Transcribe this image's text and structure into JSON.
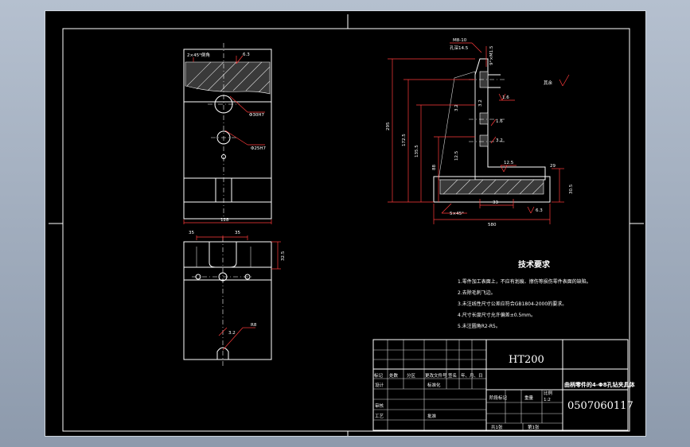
{
  "drawing": {
    "front_view": {
      "chamfer_note": "2×45°倒角",
      "top_dim": "6.3",
      "hole1_label": "Φ30H7",
      "hole2_label": "Φ25H7",
      "width_dim": "128"
    },
    "top_view": {
      "dim_left": "35",
      "dim_right": "35",
      "side_dim": "32.5",
      "roughness": "3.2",
      "radius_note": "R8"
    },
    "side_view": {
      "thread_note": "M8-10",
      "thread_depth": "孔深14.5",
      "angle_note": "9°×M1.5",
      "dim_295": "295",
      "dim_172": "172.5",
      "dim_135": "135.5",
      "dim_88": "88",
      "dim_29": "29",
      "dim_30": "30.5",
      "dim_33": "33",
      "dim_580": "580",
      "chamfer_bottom": "5×45°",
      "rough_a": "1.6",
      "rough_b": "1.6",
      "rough_c": "3.2",
      "rough_d": "12.5",
      "rough_e": "6.3",
      "rough_f": "3.2",
      "rough_g": "12.5",
      "side_roughness": "3.2"
    },
    "other_mark": "其余"
  },
  "requirements": {
    "title": "技术要求",
    "items": [
      "1.零件加工表面上，不应有划痕、擦伤等损伤零件表面的缺陷。",
      "2.去除毛刺飞边。",
      "3.未注线性尺寸公差应符合GB1804-2000的要求。",
      "4.尺寸长度尺寸允许偏差±0.5mm。",
      "5.未注圆角R2-R5。"
    ]
  },
  "title_block": {
    "material": "HT200",
    "part_name": "曲柄零件的4-Φ8孔钻夹具体",
    "drawing_no": "0507060117",
    "scale": "1:2",
    "row_labels": [
      "标记",
      "处数",
      "分区",
      "更改文件号",
      "签名",
      "年、月、日"
    ],
    "designer": "设计",
    "standardize": "标准化",
    "stage": "阶段标记",
    "weight": "重量",
    "ratio": "比例",
    "review": "审核",
    "process": "工艺",
    "approve": "批准",
    "sheets": "共1张",
    "sheet_no": "第1张"
  }
}
